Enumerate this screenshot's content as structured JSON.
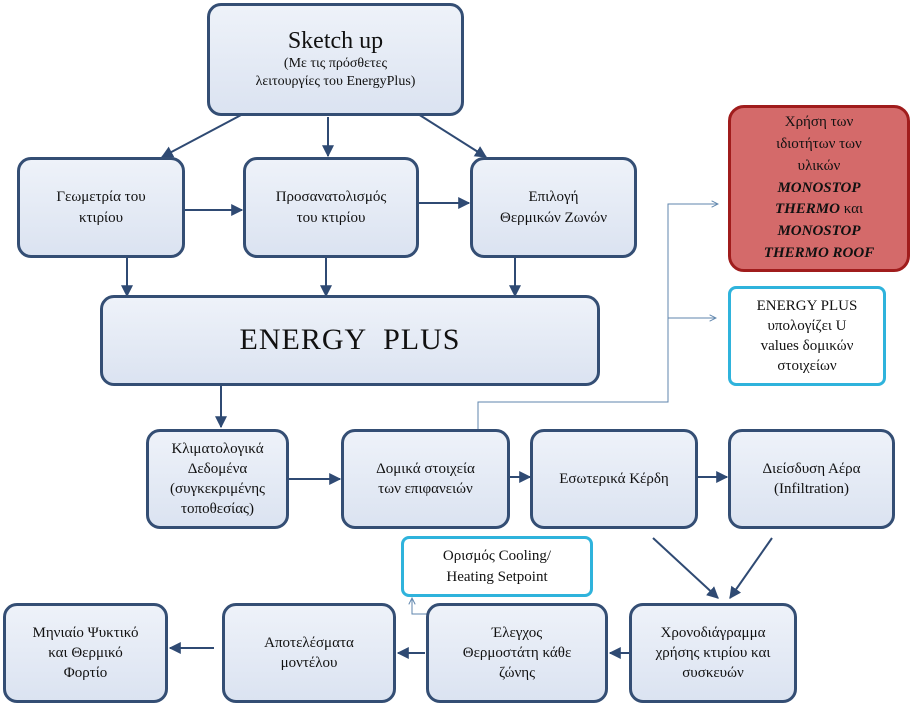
{
  "nodes": {
    "sketchup": {
      "title": "Sketch up",
      "subtitle": "(Με τις πρόσθετες\nλειτουργίες του EnergyPlus)"
    },
    "geometry": "Γεωμετρία του\nκτιρίου",
    "orientation": "Προσανατολισμός\nτου κτιρίου",
    "zones": "Επιλογή\nΘερμικών Ζωνών",
    "materials": {
      "line1": "Χρήση των",
      "line2": "ιδιοτήτων των",
      "line3": "υλικών",
      "product1": "MONOSTOP",
      "product1b": "THERMO",
      "and": "και",
      "product2": "MONOSTOP",
      "product2b": "THERMO ROOF"
    },
    "energyplus": "ENERGY  PLUS",
    "uvalues": "ENERGY PLUS\nυπολογίζει U\nvalues δομικών\nστοιχείων",
    "climate": "Κλιματολογικά\nΔεδομένα\n(συγκεκριμένης\nτοποθεσίας)",
    "structural": "Δομικά στοιχεία\nτων επιφανειών",
    "internal": "Εσωτερικά Κέρδη",
    "infiltration": "Διείσδυση Αέρα\n(Infiltration)",
    "setpoint": "Ορισμός Cooling/\nHeating Setpoint",
    "schedule": "Χρονοδιάγραμμα\nχρήσης κτιρίου και\nσυσκευών",
    "thermostat": "Έλεγχος\nΘερμοστάτη κάθε\nζώνης",
    "results": "Αποτελέσματα\nμοντέλου",
    "monthly": "Μηνιαίο Ψυκτικό\nκαι Θερμικό\nΦορτίο"
  },
  "colors": {
    "box_border": "#344e74",
    "box_fill": "#dbe3f1",
    "arrow": "#2f4a73",
    "thin_arrow": "#5f86ad",
    "cyan_border": "#2fb3dc",
    "red_fill": "#d46a6a",
    "red_border": "#a01c1c"
  }
}
